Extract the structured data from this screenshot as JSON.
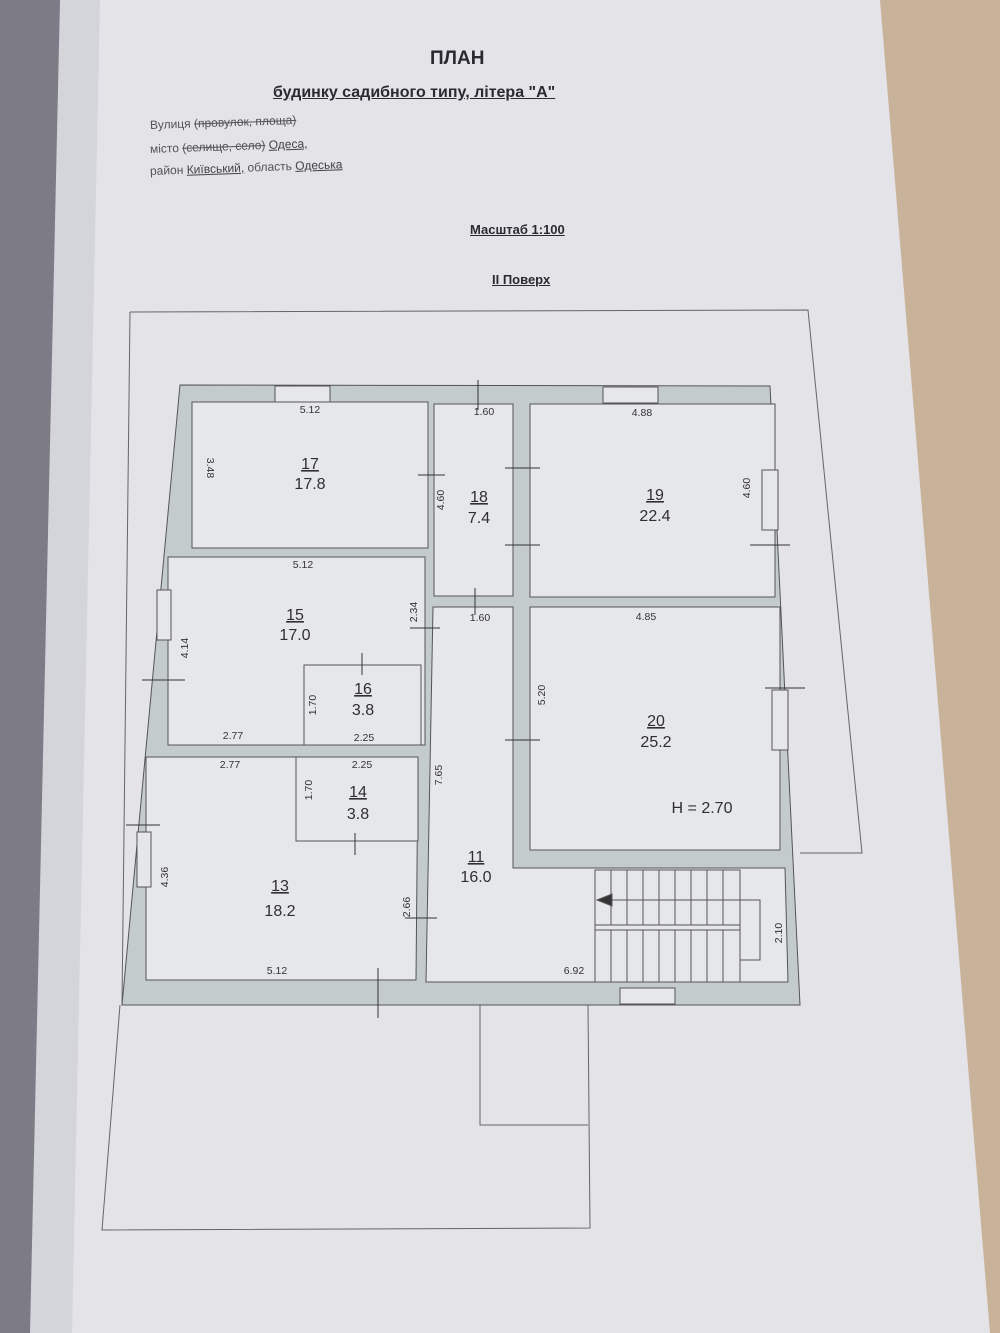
{
  "header": {
    "title": "ПЛАН",
    "subtitle": "будинку садибного типу, літера \"А\"",
    "street_label": "Вулиця",
    "street_struck": "(провулок, площа)",
    "city_label": "місто",
    "city_struck": "(селище, село)",
    "city_value": "Одеса,",
    "district_label": "район",
    "district_value": "Київський,",
    "region_label": "область",
    "region_value": "Одеська",
    "scale": "Масштаб 1:100",
    "floor": "II Поверх"
  },
  "plan": {
    "rooms": [
      {
        "number": "17",
        "area": "17.8",
        "dims": [
          "5.12",
          "3.48"
        ]
      },
      {
        "number": "18",
        "area": "7.4",
        "dims": [
          "1.60",
          "4.60"
        ]
      },
      {
        "number": "19",
        "area": "22.4",
        "dims": [
          "4.88",
          "4.60"
        ]
      },
      {
        "number": "15",
        "area": "17.0",
        "dims": [
          "5.12",
          "4.14",
          "2.34",
          "2.77"
        ]
      },
      {
        "number": "16",
        "area": "3.8",
        "dims": [
          "1.70",
          "2.25"
        ]
      },
      {
        "number": "14",
        "area": "3.8",
        "dims": [
          "1.70",
          "2.25"
        ]
      },
      {
        "number": "13",
        "area": "18.2",
        "dims": [
          "2.77",
          "4.36",
          "2.66",
          "5.12"
        ]
      },
      {
        "number": "11",
        "area": "16.0",
        "dims": [
          "1.60",
          "7.65",
          "6.92",
          "2.10"
        ]
      },
      {
        "number": "20",
        "area": "25.2",
        "dims": [
          "4.85",
          "5.20"
        ]
      }
    ],
    "height_note": "H = 2.70"
  }
}
